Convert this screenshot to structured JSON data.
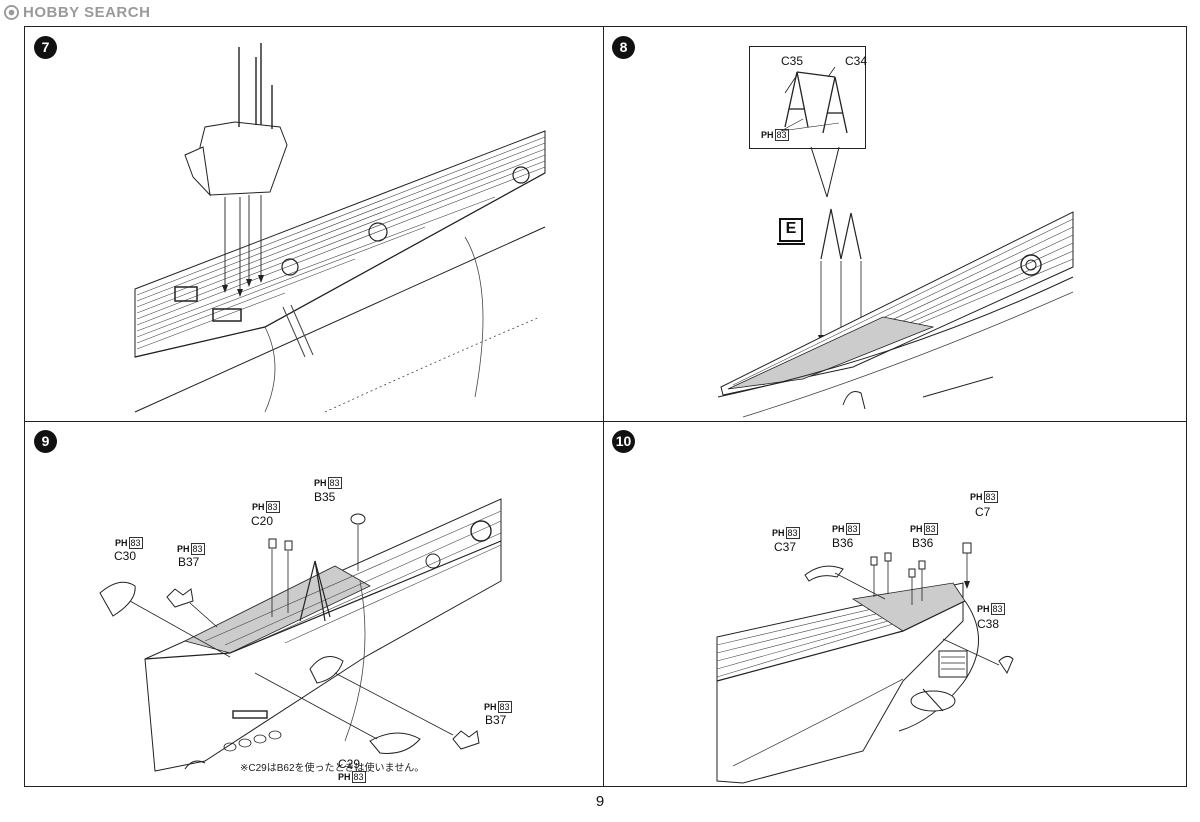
{
  "watermark": {
    "text": "HOBBY SEARCH"
  },
  "page_number": "9",
  "panels": {
    "p7": {
      "step": "7"
    },
    "p8": {
      "step": "8",
      "part_a": "C35",
      "part_b": "C34",
      "ph_prefix": "PH",
      "ph_code": "83",
      "emark": "E"
    },
    "p9": {
      "step": "9",
      "c30": "C30",
      "b37_left": "B37",
      "c20": "C20",
      "b35": "B35",
      "b37_right": "B37",
      "c29": "C29",
      "ph_prefix": "PH",
      "ph_code": "83",
      "note": "※C29はB62を使ったときは使いません。"
    },
    "p10": {
      "step": "10",
      "c37": "C37",
      "b36_left": "B36",
      "b36_right": "B36",
      "c7": "C7",
      "c38": "C38",
      "ph_prefix": "PH",
      "ph_code": "83"
    }
  }
}
